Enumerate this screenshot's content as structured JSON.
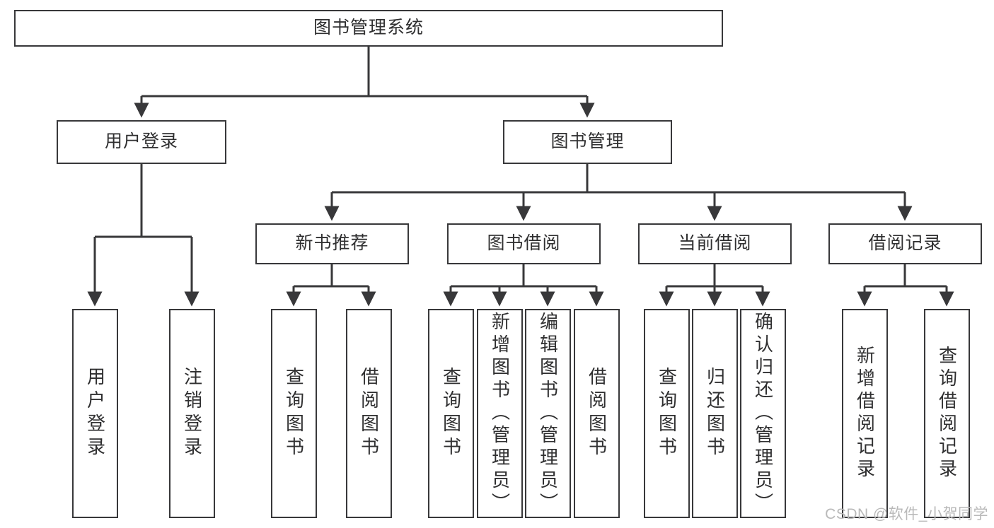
{
  "diagram": {
    "title": "图书管理系统",
    "type": "功能结构图",
    "watermark": "CSDN @软件_小贺同学",
    "stroke_color": "#38383a",
    "text_color": "#2f2f30",
    "background": "#ffffff"
  },
  "root": {
    "label": "图书管理系统"
  },
  "level2": [
    {
      "label": "用户登录"
    },
    {
      "label": "图书管理"
    }
  ],
  "level3": [
    {
      "label": "新书推荐"
    },
    {
      "label": "图书借阅"
    },
    {
      "label": "当前借阅"
    },
    {
      "label": "借阅记录"
    }
  ],
  "leaves": {
    "user_login": [
      {
        "label": "用户登录"
      },
      {
        "label": "注销登录"
      }
    ],
    "new_book": [
      {
        "label": "查询图书"
      },
      {
        "label": "借阅图书"
      }
    ],
    "book_borrow": [
      {
        "label": "查询图书"
      },
      {
        "label": "新增图书（管理员）"
      },
      {
        "label": "编辑图书（管理员）"
      },
      {
        "label": "借阅图书"
      }
    ],
    "current_borrow": [
      {
        "label": "查询图书"
      },
      {
        "label": "归还图书"
      },
      {
        "label": "确认归还（管理员）"
      }
    ],
    "borrow_record": [
      {
        "label": "新增借阅记录"
      },
      {
        "label": "查询借阅记录"
      }
    ]
  }
}
